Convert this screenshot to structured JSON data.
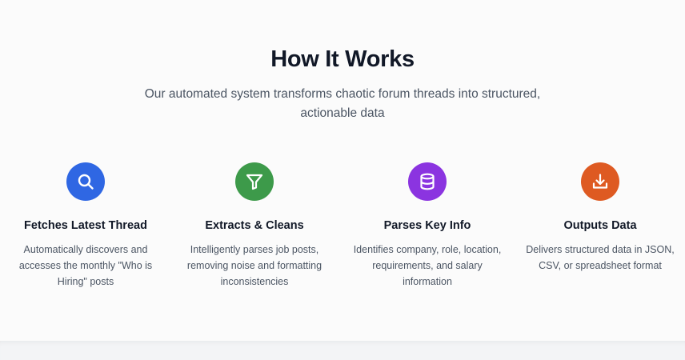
{
  "section": {
    "title": "How It Works",
    "subtitle": "Our automated system transforms chaotic forum threads into structured, actionable data"
  },
  "steps": [
    {
      "icon": "search-icon",
      "color": "#2f67e3",
      "title": "Fetches Latest Thread",
      "description": "Automatically discovers and accesses the monthly \"Who is Hiring\" posts"
    },
    {
      "icon": "filter-icon",
      "color": "#3d9a4a",
      "title": "Extracts & Cleans",
      "description": "Intelligently parses job posts, removing noise and formatting inconsistencies"
    },
    {
      "icon": "database-icon",
      "color": "#8b34e0",
      "title": "Parses Key Info",
      "description": "Identifies company, role, location, requirements, and salary information"
    },
    {
      "icon": "download-icon",
      "color": "#de5a22",
      "title": "Outputs Data",
      "description": "Delivers structured data in JSON, CSV, or spreadsheet format"
    }
  ]
}
